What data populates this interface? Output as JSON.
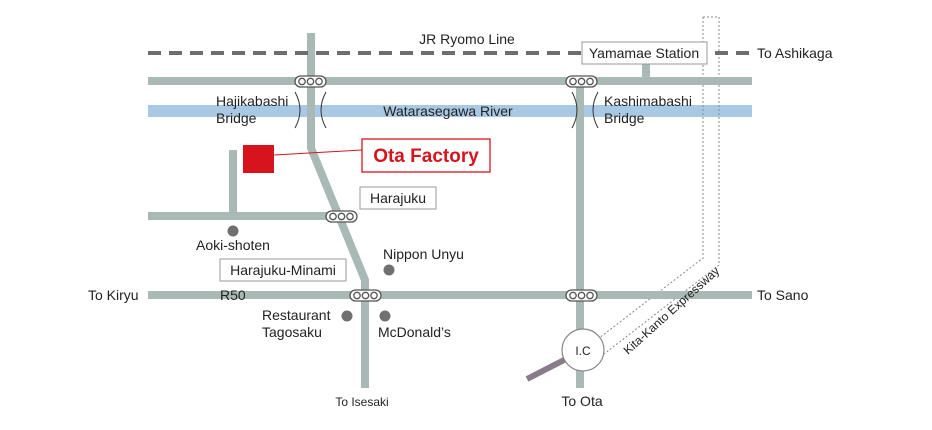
{
  "colors": {
    "road": "#a9bab6",
    "river": "#a9c8e4",
    "railway": "#6e6e6e",
    "accent": "#d7141e",
    "landmark": "#707070",
    "expressway_link": "#8a7b8a"
  },
  "railway": {
    "name": "JR Ryomo Line",
    "station": "Yamamae Station",
    "direction": "To Ashikaga"
  },
  "river": {
    "name": "Watarasegawa River"
  },
  "bridges": {
    "left_line1": "Hajikabashi",
    "left_line2": "Bridge",
    "right_line1": "Kashimabashi",
    "right_line2": "Bridge"
  },
  "factory": {
    "name": "Ota Factory"
  },
  "intersections": {
    "harajuku": "Harajuku",
    "harajuku_minami": "Harajuku-Minami"
  },
  "landmarks": {
    "aoki": "Aoki-shoten",
    "nippon_unyu": "Nippon Unyu",
    "restaurant_line1": "Restaurant",
    "restaurant_line2": "Tagosaku",
    "mcdonalds": "McDonald’s"
  },
  "roads": {
    "route": "R50",
    "to_kiryu": "To Kiryu",
    "to_sano": "To Sano",
    "to_isesaki": "To Isesaki",
    "to_ota": "To Ota"
  },
  "expressway": {
    "name": "Kita-Kanto Expressway",
    "interchange": "I.C"
  },
  "icons": [
    "traffic-signal-icon",
    "factory-marker-icon",
    "landmark-dot-icon",
    "interchange-icon"
  ]
}
